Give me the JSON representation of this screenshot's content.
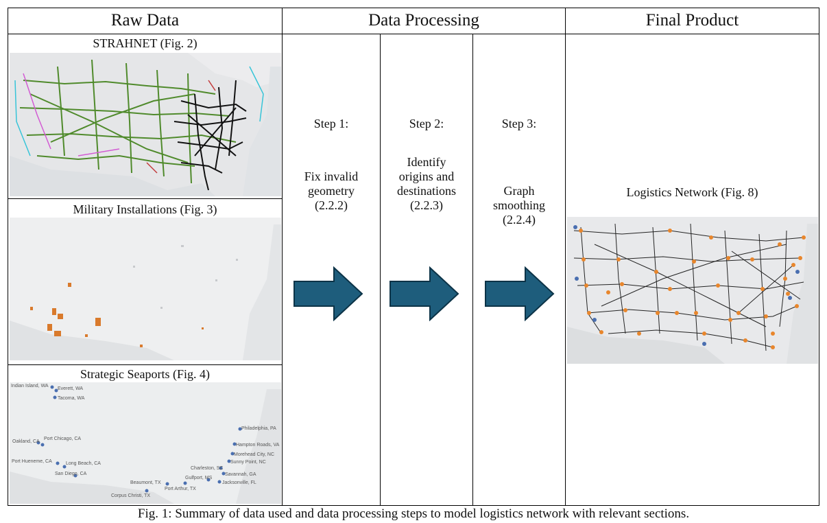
{
  "headers": {
    "raw": "Raw Data",
    "processing": "Data Processing",
    "final": "Final Product"
  },
  "raw_items": [
    {
      "label": "STRAHNET (Fig. 2)"
    },
    {
      "label": "Military Installations (Fig. 3)"
    },
    {
      "label": "Strategic Seaports (Fig. 4)"
    }
  ],
  "steps": [
    {
      "step": "Step 1:",
      "text": "Fix invalid geometry",
      "section": "(2.2.2)"
    },
    {
      "step": "Step 2:",
      "text": "Identify origins and destinations",
      "section": "(2.2.3)"
    },
    {
      "step": "Step 3:",
      "text": "Graph smoothing",
      "section": "(2.2.4)"
    }
  ],
  "final": {
    "label": "Logistics Network (Fig. 8)"
  },
  "seaports": [
    "Indian Island, WA",
    "Everett, WA",
    "Tacoma, WA",
    "Oakland, CA",
    "Port Chicago, CA",
    "Port Hueneme, CA",
    "Long Beach, CA",
    "San Diego, CA",
    "Corpus Christi, TX",
    "Beaumont, TX",
    "Port Arthur, TX",
    "Gulfport, MS",
    "Charleston, SC",
    "Savannah, GA",
    "Jacksonville, FL",
    "Sunny Point, NC",
    "Morehead City, NC",
    "Hampton Roads, VA",
    "Philadelphia, PA"
  ],
  "caption": "Fig. 1: Summary of data used and data processing steps to model logistics network with relevant sections.",
  "colors": {
    "arrow_fill": "#1e5d7c",
    "arrow_stroke": "#0c3347",
    "map_bg": "#e5e6e8",
    "installation": "#d97a2c",
    "node": "#e8862c",
    "seaport": "#4a6fb0"
  }
}
